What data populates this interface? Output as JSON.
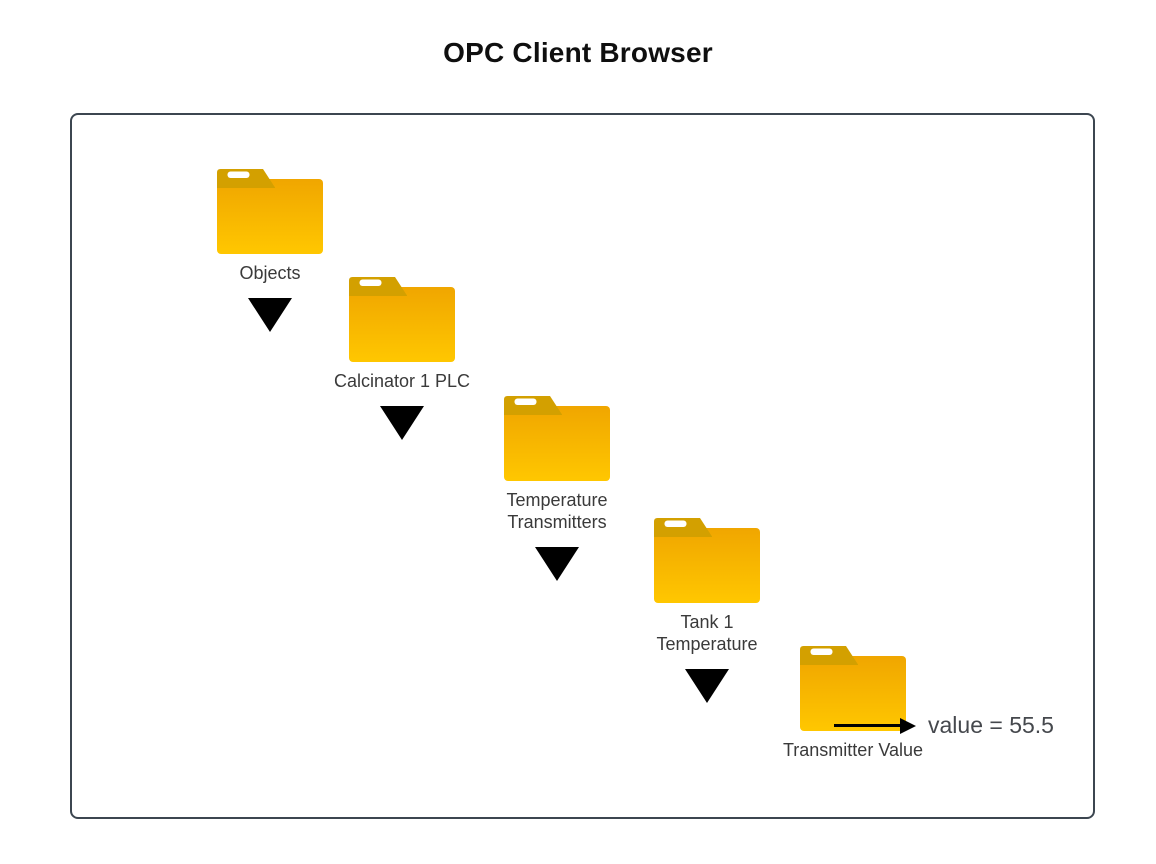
{
  "title": "OPC Client Browser",
  "colors": {
    "background": "#FFFFFF",
    "panel_border": "#3C4650",
    "folder_tab": "#D3A000",
    "folder_body_top": "#F0A600",
    "folder_body_bottom": "#FFC700",
    "folder_tab_slot": "#FFFFFF",
    "arrow": "#000000",
    "label_text": "#3A3A3A",
    "title_text": "#0F0F0F",
    "value_text": "#45484D"
  },
  "tree": {
    "nodes": [
      {
        "label": "Objects",
        "icon": "folder-icon",
        "has_expand_arrow": true
      },
      {
        "label": "Calcinator 1 PLC",
        "icon": "folder-icon",
        "has_expand_arrow": true
      },
      {
        "label": "Temperature\nTransmitters",
        "icon": "folder-icon",
        "has_expand_arrow": true
      },
      {
        "label": "Tank 1\nTemperature",
        "icon": "folder-icon",
        "has_expand_arrow": true
      },
      {
        "label": "Transmitter Value",
        "icon": "folder-icon",
        "has_expand_arrow": false
      }
    ]
  },
  "annotation": {
    "text": "value = 55.5"
  }
}
